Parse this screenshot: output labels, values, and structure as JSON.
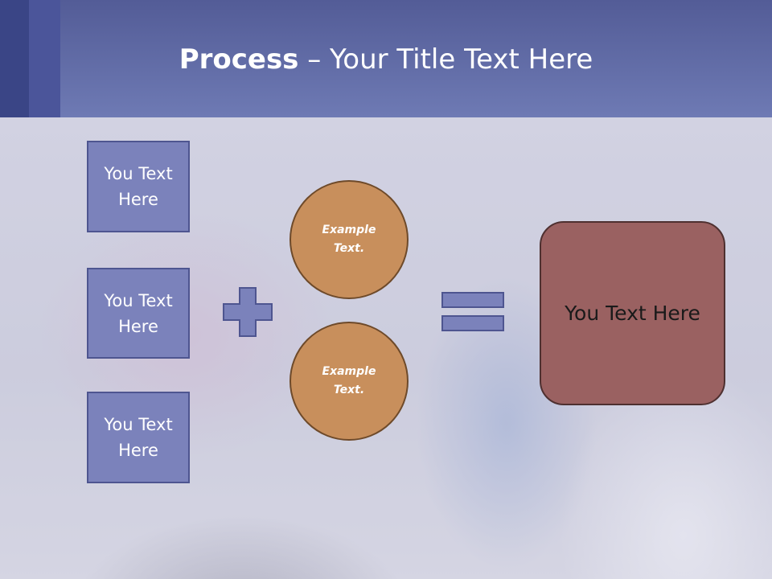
{
  "header": {
    "title_bold": "Process",
    "title_rest": " – Your Title Text Here"
  },
  "left_boxes": [
    {
      "label": "You Text Here"
    },
    {
      "label": "You Text Here"
    },
    {
      "label": "You Text Here"
    }
  ],
  "circles": [
    {
      "label": "Example Text."
    },
    {
      "label": "Example Text."
    }
  ],
  "result": {
    "label": "You Text Here"
  },
  "colors": {
    "header": "#6e7ab4",
    "box_fill": "#7b82bb",
    "circle_fill": "#c88f5c",
    "result_fill": "#9a6161"
  }
}
